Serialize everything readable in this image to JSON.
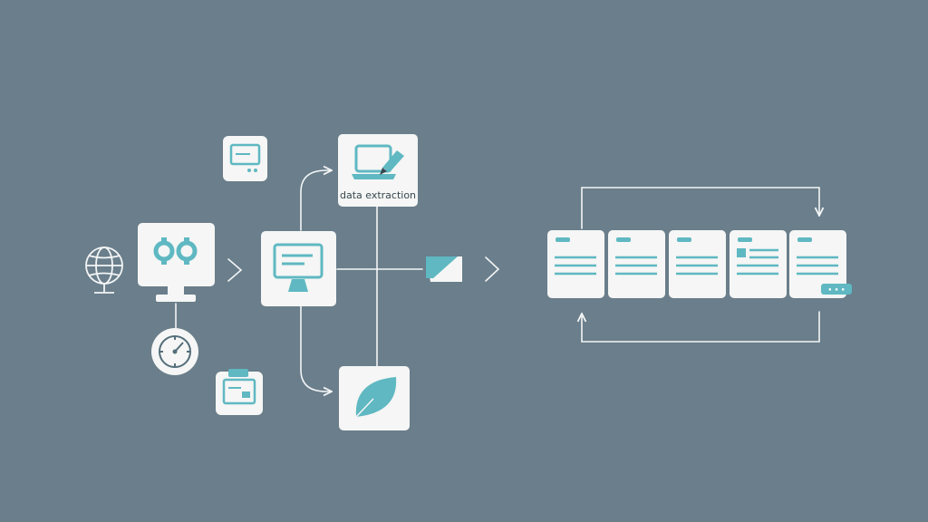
{
  "diagram": {
    "background_color": "#6a7e8b",
    "accent_color": "#5fb8c2",
    "node_color": "#f5f6f5",
    "line_color": "#f3f5f6",
    "label_data_extraction": "data extraction",
    "document_badge": "▪ ▪ ▪",
    "nodes": [
      {
        "id": "globe",
        "icon": "globe-icon"
      },
      {
        "id": "monitor-settings",
        "icon": "gears-icon"
      },
      {
        "id": "small-window",
        "icon": "window-icon"
      },
      {
        "id": "clock",
        "icon": "clock-icon"
      },
      {
        "id": "clipboard",
        "icon": "clipboard-icon"
      },
      {
        "id": "hub",
        "icon": "monitor-icon"
      },
      {
        "id": "data-extraction",
        "icon": "laptop-pen-icon"
      },
      {
        "id": "leaf",
        "icon": "leaf-icon"
      },
      {
        "id": "flag",
        "icon": "flag-icon"
      }
    ],
    "documents_count": 5
  }
}
